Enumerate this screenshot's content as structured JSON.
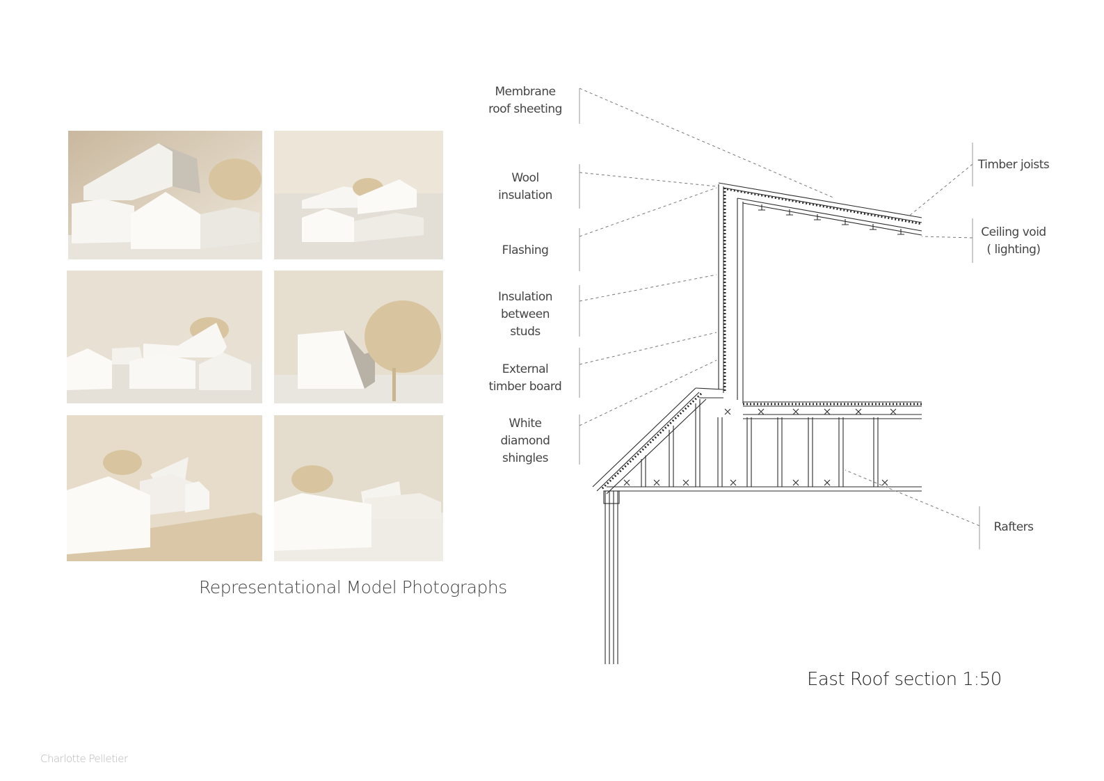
{
  "photos_caption": "Representational Model Photographs",
  "section_title": "East Roof section 1:50",
  "author": "Charlotte Pelletier",
  "left_labels": [
    {
      "lines": [
        "Membrane",
        "roof sheeting"
      ]
    },
    {
      "lines": [
        "Wool",
        "insulation"
      ]
    },
    {
      "lines": [
        "Flashing"
      ]
    },
    {
      "lines": [
        "Insulation",
        "between",
        "studs"
      ]
    },
    {
      "lines": [
        "External",
        "timber board"
      ]
    },
    {
      "lines": [
        "White",
        "diamond",
        "shingles"
      ]
    }
  ],
  "right_labels": [
    {
      "lines": [
        "Timber joists"
      ]
    },
    {
      "lines": [
        "Ceiling void",
        "( lighting)"
      ]
    },
    {
      "lines": [
        "Rafters"
      ]
    }
  ],
  "colors": {
    "backdrop": "#e9e1d3",
    "foam": "#f7f6f2",
    "tuft": "#d8c5a0",
    "line": "#2a2a2a"
  }
}
